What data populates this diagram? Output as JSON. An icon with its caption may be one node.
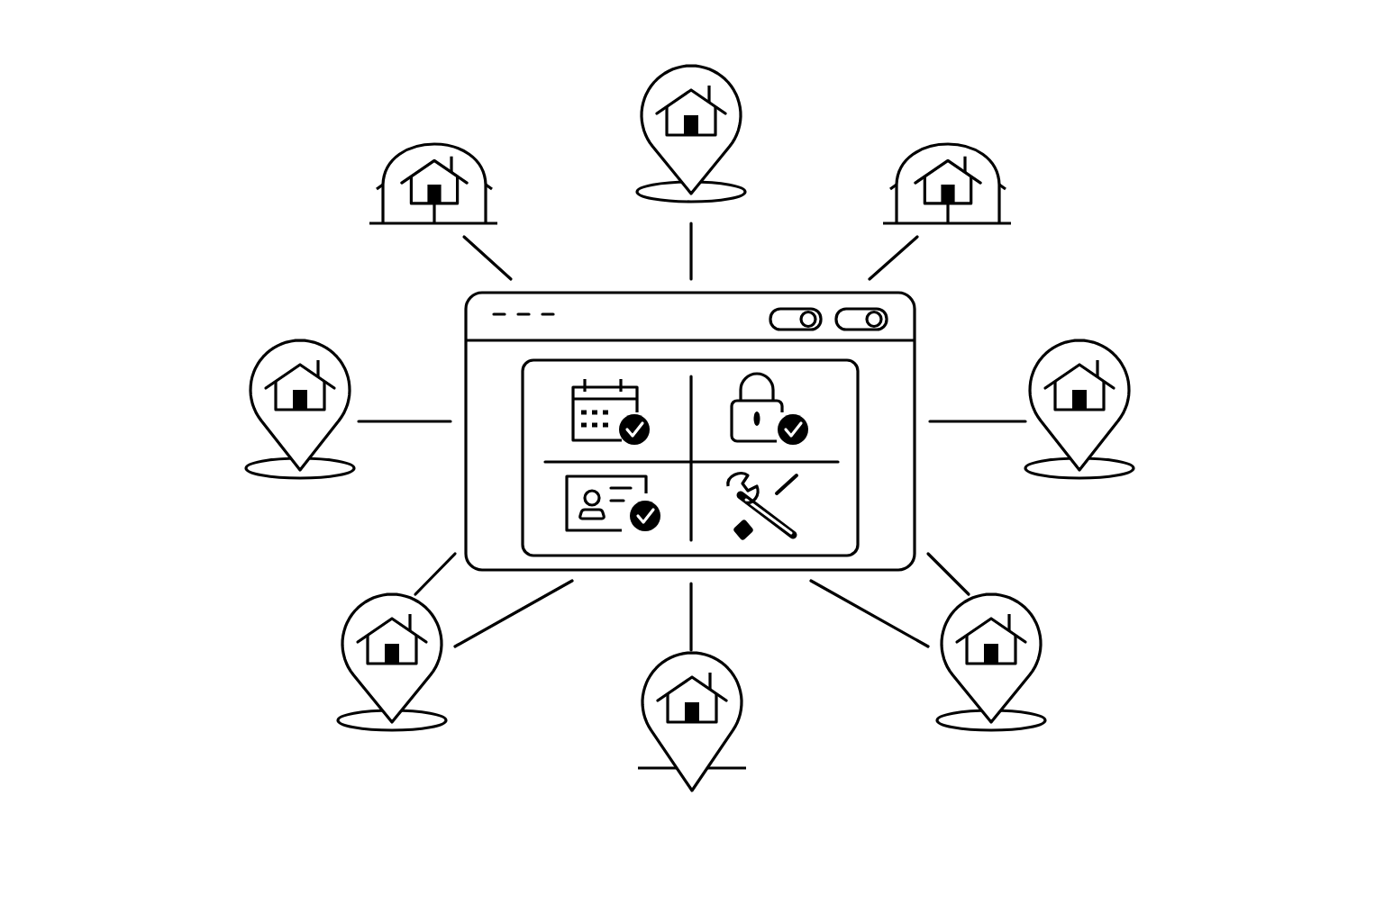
{
  "diagram": {
    "nodes": [
      {
        "text": [],
        "shape": "pin"
      },
      {
        "text": [],
        "shape": "house"
      },
      {
        "text": [],
        "shape": "house"
      },
      {
        "text": [],
        "shape": "pin"
      },
      {
        "text": [],
        "shape": "window"
      },
      {
        "text": [],
        "shape": "pin"
      },
      {
        "text": [],
        "shape": "pin"
      },
      {
        "text": [],
        "shape": "pin"
      },
      {
        "text": [],
        "shape": "pin"
      }
    ],
    "edges": [
      {
        "from": 4,
        "to": 0,
        "arrow": "none"
      },
      {
        "from": 4,
        "to": 1,
        "arrow": "none"
      },
      {
        "from": 4,
        "to": 2,
        "arrow": "none"
      },
      {
        "from": 4,
        "to": 3,
        "arrow": "none"
      },
      {
        "from": 4,
        "to": 5,
        "arrow": "none"
      },
      {
        "from": 4,
        "to": 6,
        "arrow": "none"
      },
      {
        "from": 4,
        "to": 6,
        "arrow": "none"
      },
      {
        "from": 4,
        "to": 7,
        "arrow": "none"
      },
      {
        "from": 4,
        "to": 8,
        "arrow": "none"
      },
      {
        "from": 4,
        "to": 8,
        "arrow": "none"
      }
    ]
  }
}
